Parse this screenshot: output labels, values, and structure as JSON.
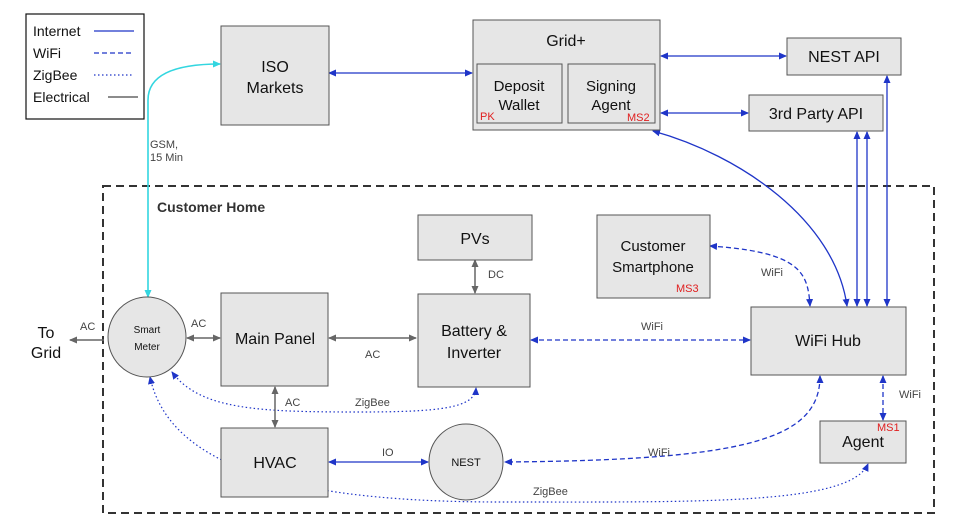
{
  "legend": {
    "internet": "Internet",
    "wifi": "WiFi",
    "zigbee": "ZigBee",
    "electrical": "Electrical"
  },
  "colors": {
    "link": "#1f35c8",
    "gsm": "#33d6e0",
    "electrical": "#666666",
    "box_fill": "#e6e6e6",
    "tag": "#e02020"
  },
  "nodes": {
    "iso_markets": {
      "line1": "ISO",
      "line2": "Markets"
    },
    "grid_plus": {
      "title": "Grid+"
    },
    "deposit_wallet": {
      "line1": "Deposit",
      "line2": "Wallet",
      "tag": "PK"
    },
    "signing_agent": {
      "line1": "Signing",
      "line2": "Agent",
      "tag": "MS2"
    },
    "nest_api": {
      "label": "NEST API"
    },
    "third_party_api": {
      "label": "3rd Party API"
    },
    "customer_home": {
      "label": "Customer Home"
    },
    "pvs": {
      "label": "PVs"
    },
    "smartphone": {
      "line1": "Customer",
      "line2": "Smartphone",
      "tag": "MS3"
    },
    "smart_meter": {
      "line1": "Smart",
      "line2": "Meter"
    },
    "main_panel": {
      "label": "Main Panel"
    },
    "battery_inverter": {
      "line1": "Battery &",
      "line2": "Inverter"
    },
    "wifi_hub": {
      "label": "WiFi Hub"
    },
    "hvac": {
      "label": "HVAC"
    },
    "nest": {
      "label": "NEST"
    },
    "agent": {
      "label": "Agent",
      "tag": "MS1"
    },
    "to_grid": {
      "line1": "To",
      "line2": "Grid"
    }
  },
  "connections": {
    "gsm": {
      "line1": "GSM,",
      "line2": "15 Min"
    },
    "ac_grid": "AC",
    "ac_meter_panel": "AC",
    "ac_panel_battery": "AC",
    "ac_panel_hvac": "AC",
    "dc_pv_battery": "DC",
    "wifi_battery_hub": "WiFi",
    "wifi_phone_hub": "WiFi",
    "wifi_hub_agent": "WiFi",
    "wifi_nest_hub": "WiFi",
    "zigbee_meter_battery": "ZigBee",
    "zigbee_meter_agent": "ZigBee",
    "io_hvac_nest": "IO"
  }
}
